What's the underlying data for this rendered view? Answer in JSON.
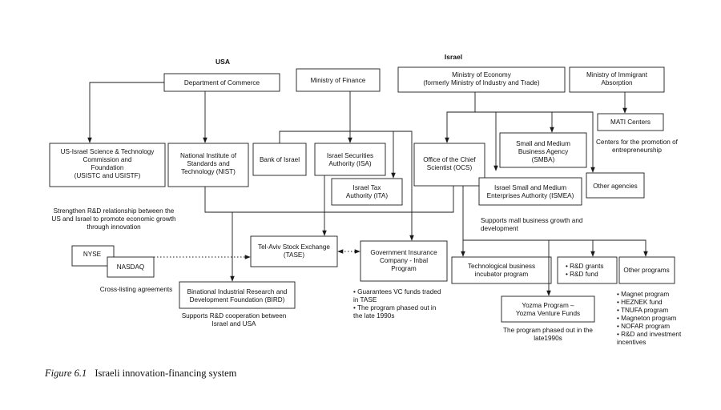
{
  "headers": {
    "usa": "USA",
    "israel": "Israel"
  },
  "boxes": {
    "doc": [
      "Department of Commerce"
    ],
    "mof": [
      "Ministry of Finance"
    ],
    "moe": [
      "Ministry of Economy",
      "(formerly Ministry of Industry  and Trade)"
    ],
    "moia": [
      "Ministry of Immigrant",
      "Absorption"
    ],
    "mati": [
      "MATI Centers"
    ],
    "usistc": [
      "US-Israel Science & Technology",
      "Commission and",
      "Foundation",
      "(USISTC and USISTF)"
    ],
    "nist": [
      "National Institute of",
      "Standards and",
      "Technology (NIST)"
    ],
    "boi": [
      "Bank of Israel"
    ],
    "isa": [
      "Israel Securities",
      "Authority (ISA)"
    ],
    "ita": [
      "Israel  Tax",
      "Authority (ITA)"
    ],
    "ocs": [
      "Office of the Chief",
      "Scientist  (OCS)"
    ],
    "smba": [
      "Small and Medium",
      "Business Agency",
      "(SMBA)"
    ],
    "ismea": [
      "Israel Small and Medium",
      "Enterprises Authority (ISMEA)"
    ],
    "other_agencies": [
      "Other agencies"
    ],
    "tase": [
      "Tel-Aviv Stock Exchange",
      "(TASE)"
    ],
    "gic": [
      "Government Insurance",
      "Company - Inbal",
      "Program"
    ],
    "nyse": [
      "NYSE"
    ],
    "nasdaq": [
      "NASDAQ"
    ],
    "bird": [
      "Binational Industrial Research and",
      "Development Foundation  (BIRD)"
    ],
    "tbi": [
      "Technological business",
      "incubator program"
    ],
    "rd": [
      "• R&D grants",
      "• R&D fund"
    ],
    "other_programs": [
      "Other programs"
    ],
    "yozma": [
      "Yozma  Program –",
      "Yozma Venture Funds"
    ]
  },
  "notes": {
    "mati": [
      "Centers for the promotion of",
      "entrepreneurship"
    ],
    "usistc": [
      "Strengthen R&D relationship between the",
      "US and Israel to promote economic growth",
      "through innovation"
    ],
    "isma": [
      "Supports mall business growth and",
      "development"
    ],
    "crosslist": [
      "Cross-listing agreements"
    ],
    "bird": [
      "Supports R&D cooperation between",
      "Israel and USA"
    ],
    "gic": [
      "• Guarantees VC funds traded",
      "  in TASE",
      "• The program phased out in",
      "  the late 1990s"
    ],
    "yozma": [
      "The program phased out in the",
      "late1990s"
    ],
    "programs": [
      "• Magnet program",
      "• HEZNEK fund",
      "• TNUFA program",
      "• Magneton program",
      "• NOFAR program",
      "• R&D and investment",
      "  incentives"
    ]
  },
  "caption": {
    "label": "Figure 6.1",
    "text": "Israeli innovation-financing system"
  }
}
